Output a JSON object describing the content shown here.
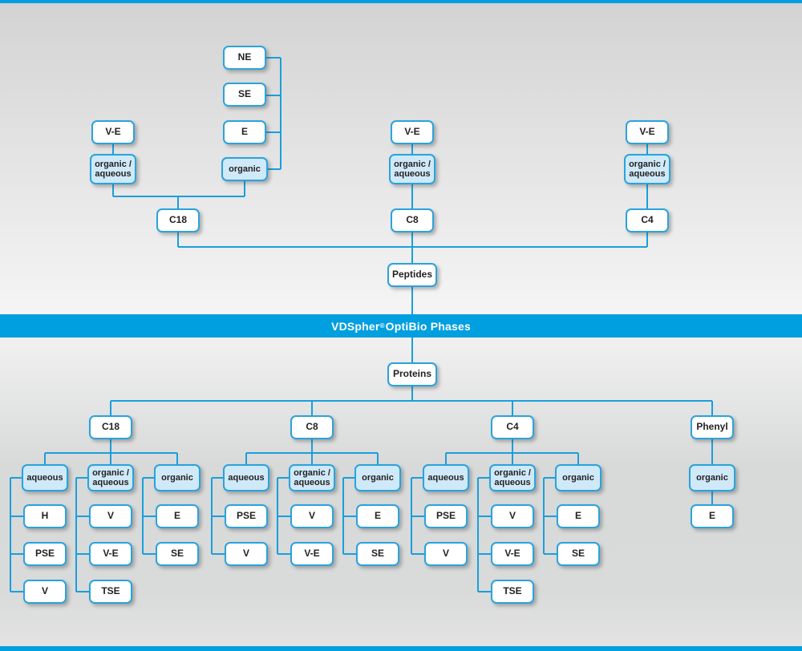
{
  "colors": {
    "accent_blue": "#009fe0",
    "line_blue": "#1a9fdb",
    "highlight_fill": "#cfe9f8",
    "text_dark": "#231f20"
  },
  "banner": {
    "brand": "VDSpher",
    "sup": "®",
    "rest": " OptiBio Phases"
  },
  "peptides": {
    "label": "Peptides",
    "c18": {
      "phase": "C18",
      "left": {
        "top": "V-E",
        "mode": "organic /\naqueous"
      },
      "right": {
        "stack": [
          "NE",
          "SE",
          "E"
        ],
        "mode": "organic"
      }
    },
    "c8": {
      "phase": "C8",
      "top": "V-E",
      "mode": "organic /\naqueous"
    },
    "c4": {
      "phase": "C4",
      "top": "V-E",
      "mode": "organic /\naqueous"
    }
  },
  "proteins": {
    "label": "Proteins",
    "groups": [
      {
        "phase": "C18",
        "modes": [
          {
            "label": "aqueous",
            "children": [
              "H",
              "PSE",
              "V"
            ]
          },
          {
            "label": "organic /\naqueous",
            "children": [
              "V",
              "V-E",
              "TSE"
            ]
          },
          {
            "label": "organic",
            "children": [
              "E",
              "SE"
            ]
          }
        ]
      },
      {
        "phase": "C8",
        "modes": [
          {
            "label": "aqueous",
            "children": [
              "PSE",
              "V"
            ]
          },
          {
            "label": "organic /\naqueous",
            "children": [
              "V",
              "V-E"
            ]
          },
          {
            "label": "organic",
            "children": [
              "E",
              "SE"
            ]
          }
        ]
      },
      {
        "phase": "C4",
        "modes": [
          {
            "label": "aqueous",
            "children": [
              "PSE",
              "V"
            ]
          },
          {
            "label": "organic /\naqueous",
            "children": [
              "V",
              "V-E",
              "TSE"
            ]
          },
          {
            "label": "organic",
            "children": [
              "E",
              "SE"
            ]
          }
        ]
      },
      {
        "phase": "Phenyl",
        "modes": [
          {
            "label": "organic",
            "children": [
              "E"
            ]
          }
        ]
      }
    ]
  }
}
